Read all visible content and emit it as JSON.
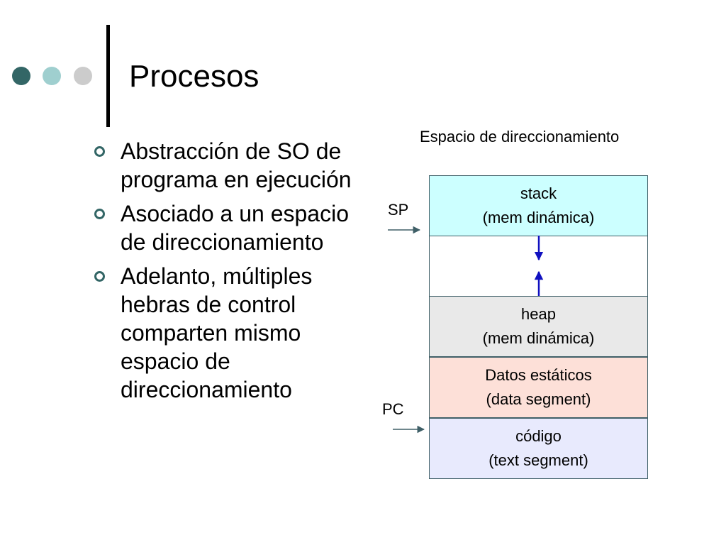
{
  "slide": {
    "title": "Procesos"
  },
  "bullets": [
    "Abstracción de SO de programa en ejecución",
    "Asociado a un espacio de direccionamiento",
    "Adelanto, múltiples hebras de control comparten mismo espacio de direccionamiento"
  ],
  "diagram": {
    "title": "Espacio de direccionamiento",
    "segments": {
      "stack": {
        "line1": "stack",
        "line2": "(mem dinámica)",
        "color": "#ccffff"
      },
      "gap": {
        "color": "#ffffff"
      },
      "heap": {
        "line1": "heap",
        "line2": "(mem dinámica)",
        "color": "#e9e9e9"
      },
      "data": {
        "line1": "Datos estáticos",
        "line2": "(data segment)",
        "color": "#fde0d8"
      },
      "text": {
        "line1": "código",
        "line2": "(text segment)",
        "color": "#e8eafd"
      }
    },
    "registers": {
      "sp": "SP",
      "pc": "PC"
    },
    "arrow_color": "#1010c0"
  },
  "colors": {
    "accent": "#336666",
    "dot_light": "#9fcfcf",
    "dot_grey": "#cccccc"
  }
}
